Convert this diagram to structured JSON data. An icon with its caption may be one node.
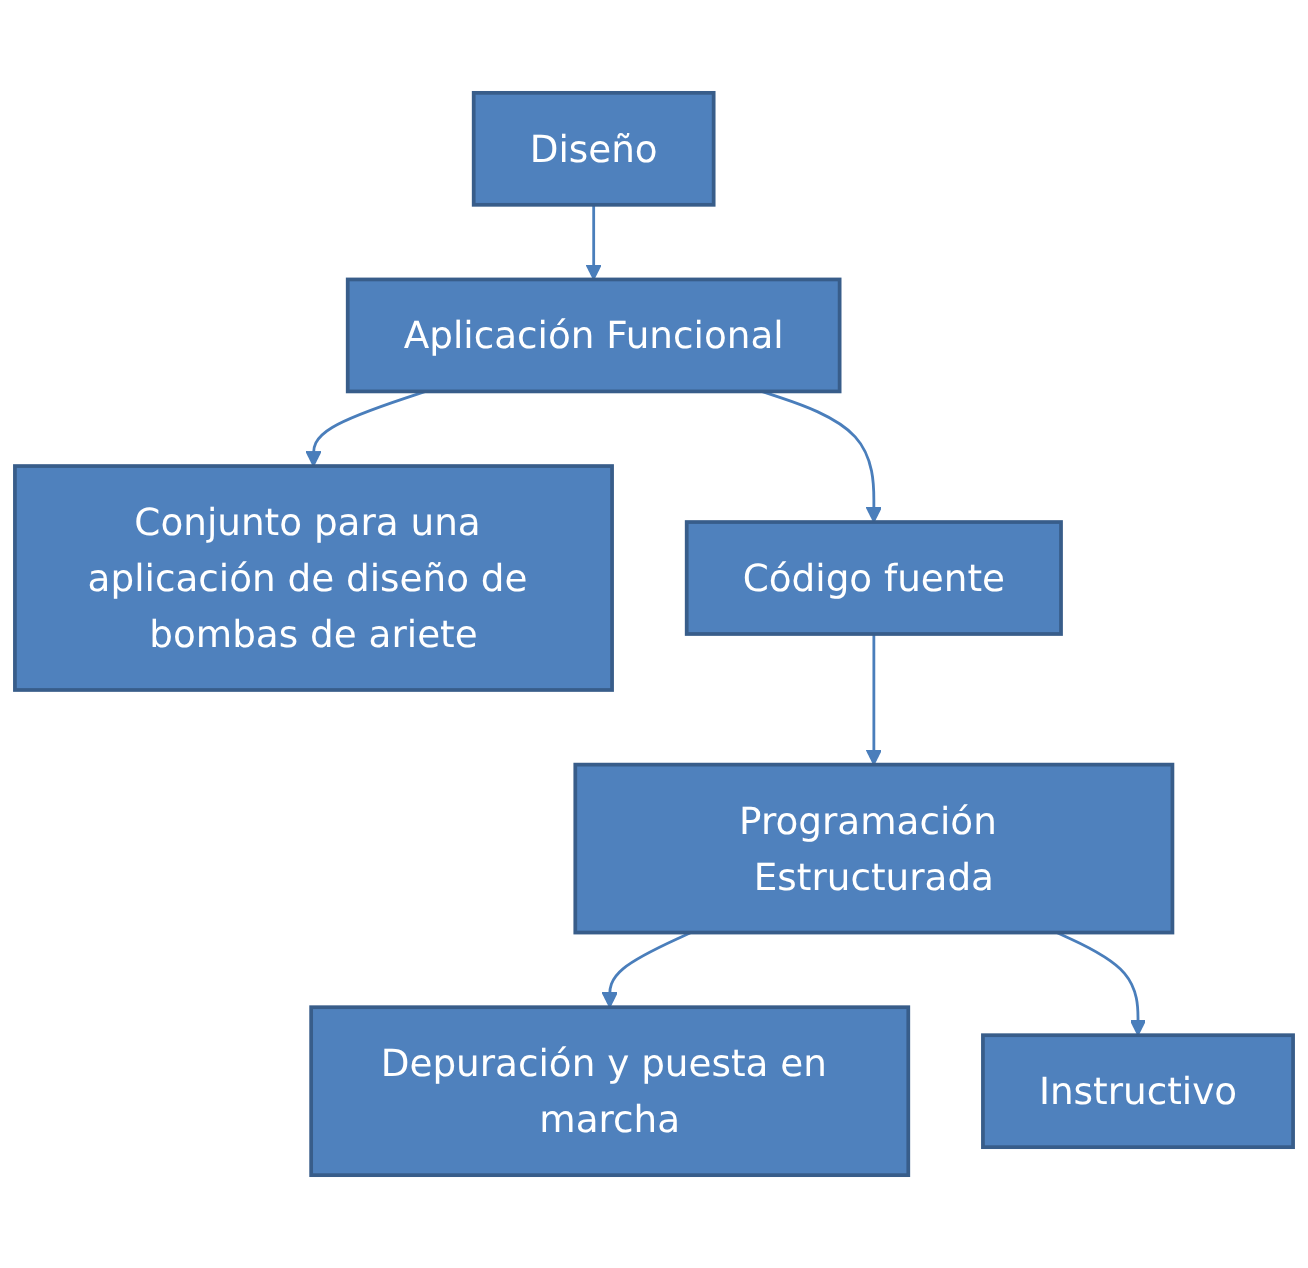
{
  "diagram": {
    "nodes": [
      {
        "text": [
          "Diseño"
        ]
      },
      {
        "text": [
          "Aplicación Funcional"
        ]
      },
      {
        "text": [
          "Conjunto para una aplicación de diseño de bombas de ariete"
        ]
      },
      {
        "text": [
          "Código fuente"
        ]
      },
      {
        "text": [
          "Programación Estructurada"
        ]
      },
      {
        "text": [
          "Depuración y puesta en marcha"
        ]
      },
      {
        "text": [
          "Instructivo"
        ]
      }
    ],
    "edges": [
      {
        "from": 0,
        "to": 1,
        "arrow": "to"
      },
      {
        "from": 1,
        "to": 2,
        "arrow": "to"
      },
      {
        "from": 1,
        "to": 3,
        "arrow": "to"
      },
      {
        "from": 3,
        "to": 4,
        "arrow": "to"
      },
      {
        "from": 4,
        "to": 5,
        "arrow": "to"
      },
      {
        "from": 4,
        "to": 6,
        "arrow": "to"
      }
    ]
  }
}
